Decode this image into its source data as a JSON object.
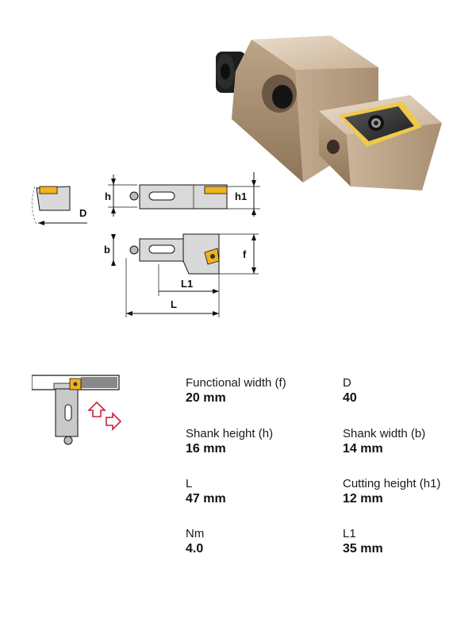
{
  "drawing": {
    "labels": {
      "h": "h",
      "h1": "h1",
      "D": "D",
      "b": "b",
      "f": "f",
      "L1": "L1",
      "L": "L"
    }
  },
  "specs": [
    {
      "label": "Functional width (f)",
      "value": "20 mm"
    },
    {
      "label": "D",
      "value": "40"
    },
    {
      "label": "Shank height (h)",
      "value": "16 mm"
    },
    {
      "label": "Shank width (b)",
      "value": "14 mm"
    },
    {
      "label": "L",
      "value": "47 mm"
    },
    {
      "label": "Cutting height (h1)",
      "value": "12 mm"
    },
    {
      "label": "Nm",
      "value": "4.0"
    },
    {
      "label": "L1",
      "value": "35 mm"
    }
  ],
  "colors": {
    "body": "#c9b49a",
    "insert": "#f2b21b",
    "arrow": "#cc1f3e",
    "drawing_fill": "#d9d9d9",
    "line": "#111111"
  },
  "icons": [
    "product-photo",
    "technical-drawing",
    "mounting-direction-icon"
  ]
}
